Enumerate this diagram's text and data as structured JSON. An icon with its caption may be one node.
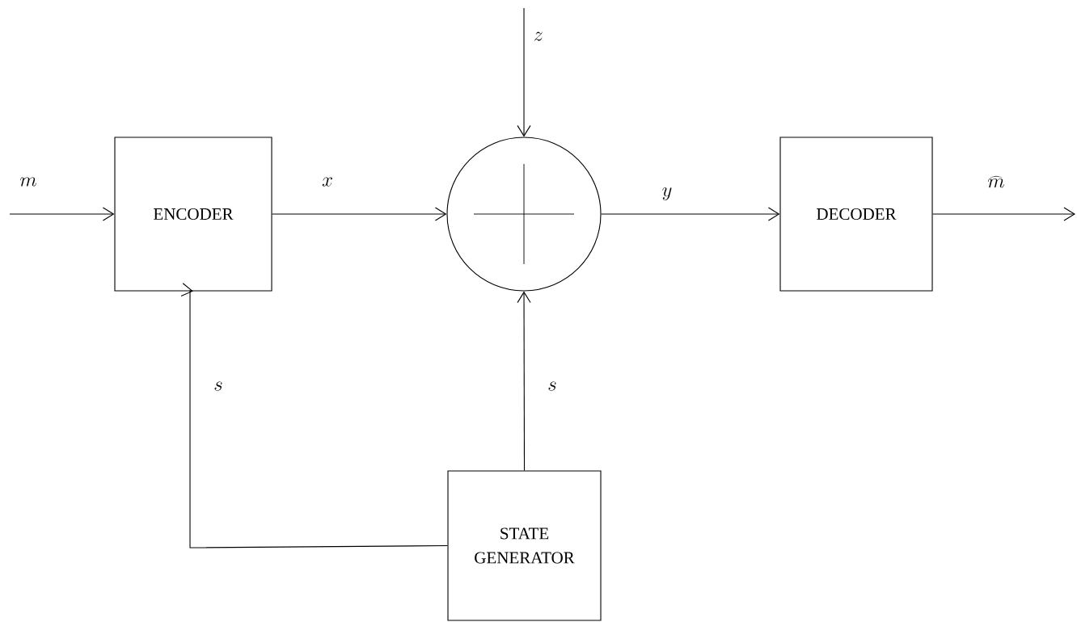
{
  "diagram": {
    "nodes": [
      {
        "text": [
          "ENCODER"
        ]
      },
      {
        "text": [],
        "shape": "circle"
      },
      {
        "text": [
          "DECODER"
        ]
      },
      {
        "text": [
          "STATE GENERATOR"
        ]
      }
    ],
    "edges": [
      {
        "from": null,
        "to": 0,
        "arrow": "to",
        "label": "m"
      },
      {
        "from": 0,
        "to": 1,
        "arrow": "to",
        "label": "x"
      },
      {
        "from": null,
        "to": 1,
        "arrow": "to",
        "label": "z"
      },
      {
        "from": 1,
        "to": 2,
        "arrow": "to",
        "label": "y"
      },
      {
        "from": 2,
        "to": null,
        "arrow": "to",
        "label": "\\widehat{m}"
      },
      {
        "from": 3,
        "to": 0,
        "arrow": "to",
        "label": "s"
      },
      {
        "from": 3,
        "to": 1,
        "arrow": "to",
        "label": "s"
      }
    ]
  }
}
